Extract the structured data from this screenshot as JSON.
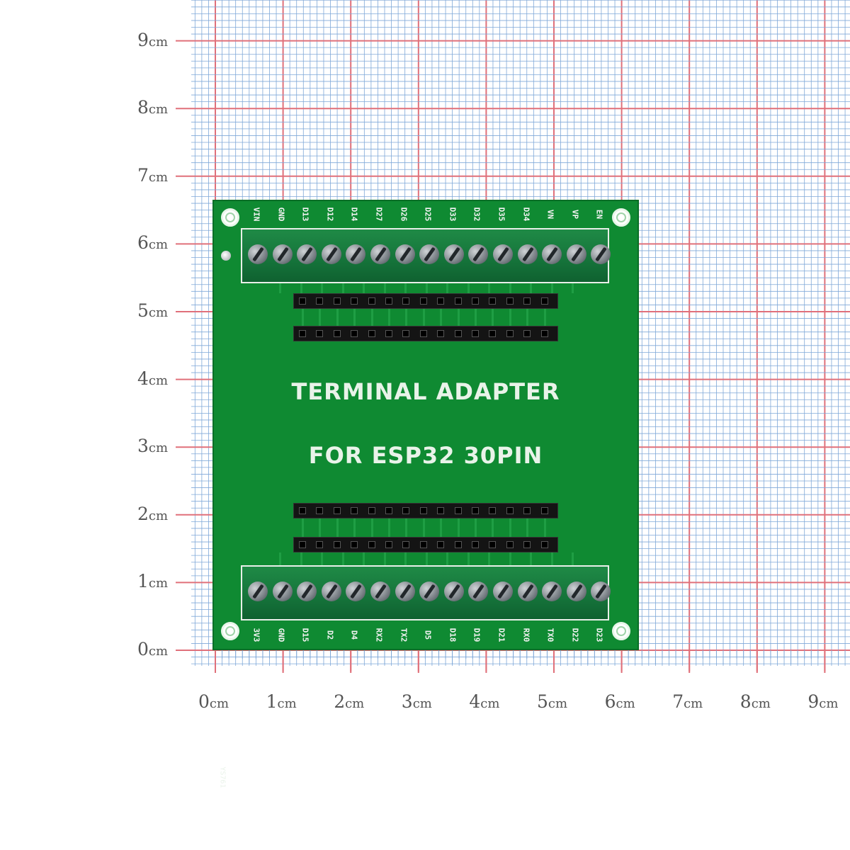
{
  "axis": {
    "unit": "cm",
    "y_ticks": [
      "0",
      "1",
      "2",
      "3",
      "4",
      "5",
      "6",
      "7",
      "8",
      "9"
    ],
    "x_ticks": [
      "0",
      "1",
      "2",
      "3",
      "4",
      "5",
      "6",
      "7",
      "8",
      "9"
    ]
  },
  "board": {
    "title_line1": "TERMINAL ADAPTER",
    "title_line2": "FOR ESP32 30PIN",
    "code": "YS761",
    "top_pins": [
      "VIN",
      "GND",
      "D13",
      "D12",
      "D14",
      "D27",
      "D26",
      "D25",
      "D33",
      "D32",
      "D35",
      "D34",
      "VN",
      "VP",
      "EN"
    ],
    "bottom_pins": [
      "3V3",
      "GND",
      "D15",
      "D2",
      "D4",
      "RX2",
      "TX2",
      "D5",
      "D18",
      "D19",
      "D21",
      "RX0",
      "TX0",
      "D22",
      "D23"
    ]
  },
  "colors": {
    "board": "#0f8a32",
    "terminal": "#15733a",
    "grid_major": "#e0707a",
    "grid_minor": "#7fa8d8"
  }
}
